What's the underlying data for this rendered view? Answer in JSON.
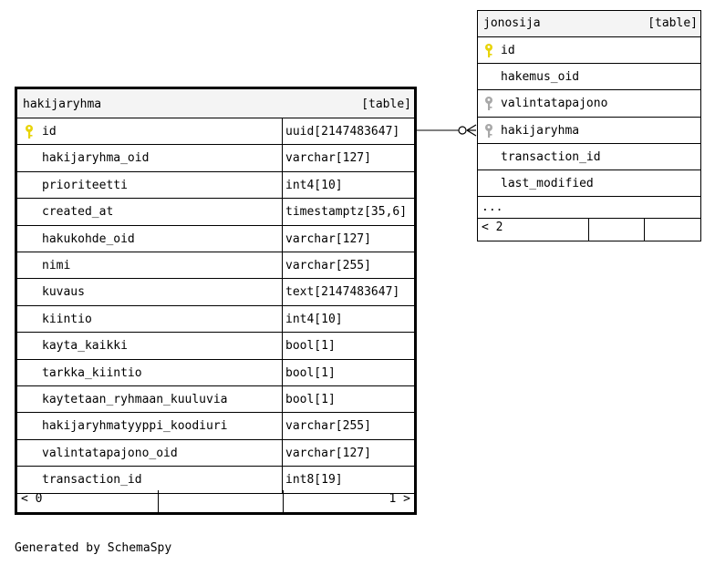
{
  "hakijaryhma": {
    "name": "hakijaryhma",
    "kind": "[table]",
    "columns": [
      {
        "name": "id",
        "type": "uuid[2147483647]",
        "key": "primary"
      },
      {
        "name": "hakijaryhma_oid",
        "type": "varchar[127]",
        "key": ""
      },
      {
        "name": "prioriteetti",
        "type": "int4[10]",
        "key": ""
      },
      {
        "name": "created_at",
        "type": "timestamptz[35,6]",
        "key": ""
      },
      {
        "name": "hakukohde_oid",
        "type": "varchar[127]",
        "key": ""
      },
      {
        "name": "nimi",
        "type": "varchar[255]",
        "key": ""
      },
      {
        "name": "kuvaus",
        "type": "text[2147483647]",
        "key": ""
      },
      {
        "name": "kiintio",
        "type": "int4[10]",
        "key": ""
      },
      {
        "name": "kayta_kaikki",
        "type": "bool[1]",
        "key": ""
      },
      {
        "name": "tarkka_kiintio",
        "type": "bool[1]",
        "key": ""
      },
      {
        "name": "kaytetaan_ryhmaan_kuuluvia",
        "type": "bool[1]",
        "key": ""
      },
      {
        "name": "hakijaryhmatyyppi_koodiuri",
        "type": "varchar[255]",
        "key": ""
      },
      {
        "name": "valintatapajono_oid",
        "type": "varchar[127]",
        "key": ""
      },
      {
        "name": "transaction_id",
        "type": "int8[19]",
        "key": ""
      }
    ],
    "footer_left": "< 0",
    "footer_right": "1 >"
  },
  "jonosija": {
    "name": "jonosija",
    "kind": "[table]",
    "columns": [
      {
        "name": "id",
        "key": "primary"
      },
      {
        "name": "hakemus_oid",
        "key": ""
      },
      {
        "name": "valintatapajono",
        "key": "foreign"
      },
      {
        "name": "hakijaryhma",
        "key": "foreign"
      },
      {
        "name": "transaction_id",
        "key": ""
      },
      {
        "name": "last_modified",
        "key": ""
      }
    ],
    "more": "...",
    "footer_left": "< 2"
  },
  "footer_note": "Generated by SchemaSpy",
  "colors": {
    "primary_key": "#e8d40a",
    "foreign_key": "#a8a8a8",
    "border": "#000000",
    "header_bg": "#f4f4f4"
  }
}
